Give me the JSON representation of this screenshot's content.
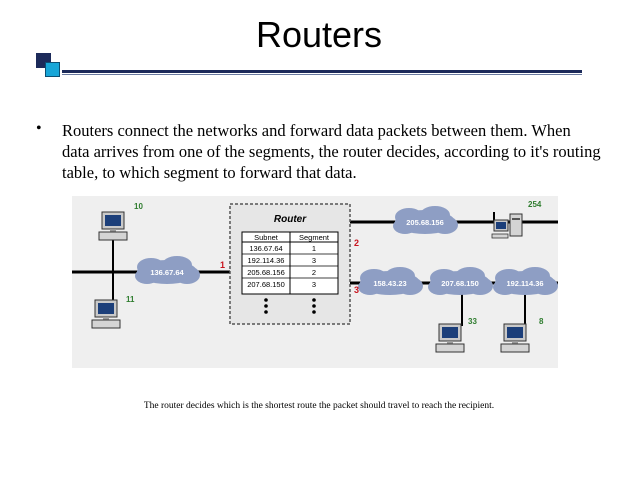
{
  "slide": {
    "title": "Routers",
    "bullet_symbol": "•",
    "body": "Routers connect the networks and forward data packets between them.  When data arrives from one of the segments, the router decides, according to it's routing table, to which segment to forward that data.",
    "caption": "The router decides which is the shortest route the packet should travel to reach the recipient."
  },
  "diagram": {
    "router_label": "Router",
    "table_headers": [
      "Subnet",
      "Segment"
    ],
    "table_rows": [
      [
        "136.67.64",
        "1"
      ],
      [
        "192.114.36",
        "3"
      ],
      [
        "205.68.156",
        "2"
      ],
      [
        "207.68.150",
        "3"
      ]
    ],
    "clouds": {
      "left": "136.67.64",
      "top_right": "205.68.156",
      "bottom_1": "158.43.23",
      "bottom_2": "207.68.150",
      "bottom_3": "192.114.36"
    },
    "segment_labels": {
      "seg1": "1",
      "seg2": "2",
      "seg3": "3"
    },
    "host_labels": {
      "top_left": "10",
      "bottom_left": "11",
      "top_right": "254",
      "bottom_mid": "33",
      "bottom_right": "8"
    },
    "colors": {
      "cloud": "#8e9ec4",
      "cloud_text": "#ffffff",
      "segment_label": "#c8141e",
      "host_label": "#2f7d2f",
      "line": "#000000"
    }
  }
}
